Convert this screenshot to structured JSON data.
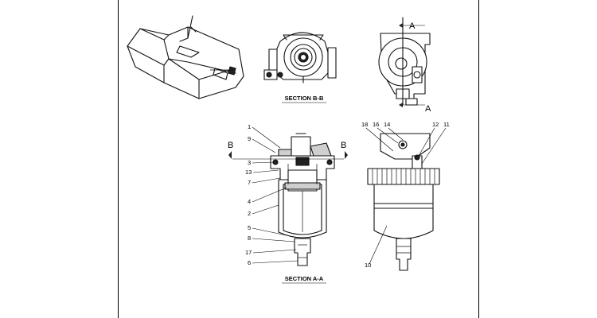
{
  "section_captions": {
    "b_b": "SECTION B-B",
    "a_a": "SECTION A-A"
  },
  "section_markers": {
    "a_top": "A",
    "a_bottom": "A",
    "b_left": "B",
    "b_right": "B"
  },
  "callouts": {
    "left_1": "1",
    "left_9": "9",
    "left_3": "3",
    "left_13": "13",
    "left_7": "7",
    "left_4": "4",
    "left_2": "2",
    "left_5": "5",
    "left_8": "8",
    "left_17": "17",
    "left_6": "6",
    "right_18": "18",
    "right_16": "16",
    "right_14": "14",
    "right_12": "12",
    "right_11": "11",
    "right_10": "10"
  }
}
